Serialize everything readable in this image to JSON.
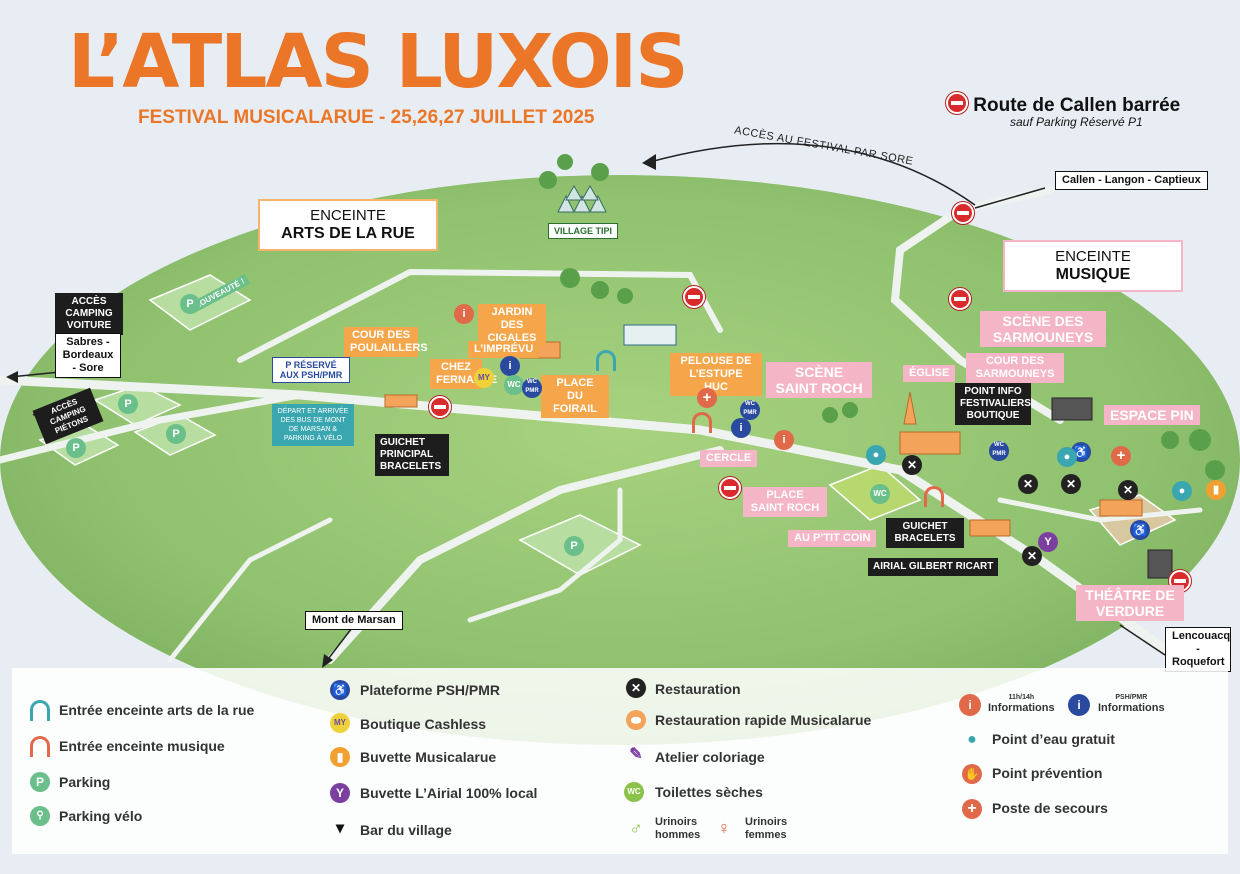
{
  "header": {
    "title": "L’ATLAS LUXOIS",
    "subtitle": "FESTIVAL MUSICALARUE - 25,26,27 JUILLET 2025",
    "road_closed": "Route de Callen barrée",
    "road_closed_note": "sauf Parking Réservé P1",
    "access_by_sore": "ACCÈS AU FESTIVAL PAR SORE"
  },
  "directions": {
    "callen": "Callen - Langon - Captieux",
    "acces_camping_voiture": "ACCÈS CAMPING VOITURE",
    "sabres": "Sabres - Bordeaux - Sore",
    "acces_camping_pietons": "ACCÈS CAMPING PIÉTONS",
    "mont_de_marsan": "Mont de Marsan",
    "lencouacq": "Lencouacq - Roquefort"
  },
  "zones": {
    "arts_line1": "ENCEINTE",
    "arts_line2": "ARTS DE LA RUE",
    "musique_line1": "ENCEINTE",
    "musique_line2": "MUSIQUE"
  },
  "places": {
    "village_tipi": "VILLAGE TIPI",
    "nouveaute": "NOUVEAUTÉ !",
    "jardin_cigales": "JARDIN DES CIGALES",
    "cour_poulaillers": "COUR DES POULAILLERS",
    "imprevu": "L’IMPRÉVU",
    "chez_fernande": "CHEZ FERNANDE",
    "place_foirail": "PLACE DU FOIRAIL",
    "pelouse_estupe": "PELOUSE DE L’ESTUPE HUC",
    "p_reserve": "P RÉSERVÉ AUX PSH/PMR",
    "depart_bus": "DÉPART ET ARRIVÉE DES BUS DE MONT DE MARSAN & PARKING À VÉLO",
    "guichet_principal": "GUICHET PRINCIPAL BRACELETS",
    "scene_saint_roch": "SCÈNE SAINT ROCH",
    "eglise": "ÉGLISE",
    "point_info": "POINT INFO FESTIVALIERS BOUTIQUE",
    "cour_sarmouneys": "COUR DES SARMOUNEYS",
    "scene_sarmouneys": "SCÈNE DES SARMOUNEYS",
    "espace_pin": "ESPACE PIN",
    "cercle": "CERCLE",
    "place_saint_roch": "PLACE SAINT ROCH",
    "au_ptit_coin": "AU P’TIT COIN",
    "guichet_bracelets": "GUICHET BRACELETS",
    "airial_gilbert": "AIRIAL GILBERT RICART",
    "theatre_verdure": "THÉÂTRE DE VERDURE"
  },
  "legend": {
    "entree_arts": "Entrée enceinte arts de la rue",
    "entree_musique": "Entrée enceinte musique",
    "parking": "Parking",
    "parking_velo": "Parking vélo",
    "plateforme_psh": "Plateforme PSH/PMR",
    "boutique_cashless": "Boutique Cashless",
    "buvette_musicalarue": "Buvette Musicalarue",
    "buvette_airial": "Buvette L’Airial 100% local",
    "bar_village": "Bar du village",
    "restauration": "Restauration",
    "restauration_rapide": "Restauration rapide Musicalarue",
    "atelier_coloriage": "Atelier coloriage",
    "toilettes_seches": "Toilettes sèches",
    "urinoirs_hommes": "Urinoirs hommes",
    "urinoirs_femmes": "Urinoirs femmes",
    "informations_hours": "11h/14h",
    "informations": "Informations",
    "informations_psh_tag": "PSH/PMR",
    "informations_psh": "Informations",
    "point_eau": "Point d’eau gratuit",
    "point_prevention": "Point prévention",
    "poste_secours": "Poste de secours"
  },
  "icons": {
    "parking_letter": "P",
    "wc_text": "WC",
    "wc_pmr_text": "WC PMR",
    "cashless_text": "MY",
    "info_letter": "i"
  },
  "colors": {
    "title_orange": "#ec7627",
    "arts_teal": "#3aa7b0",
    "musique_coral": "#e0694a",
    "closed_red": "#d92b2b",
    "field_green": "#8fc16f",
    "pink_label": "#f4b6c6",
    "orange_label": "#f5a64a"
  }
}
